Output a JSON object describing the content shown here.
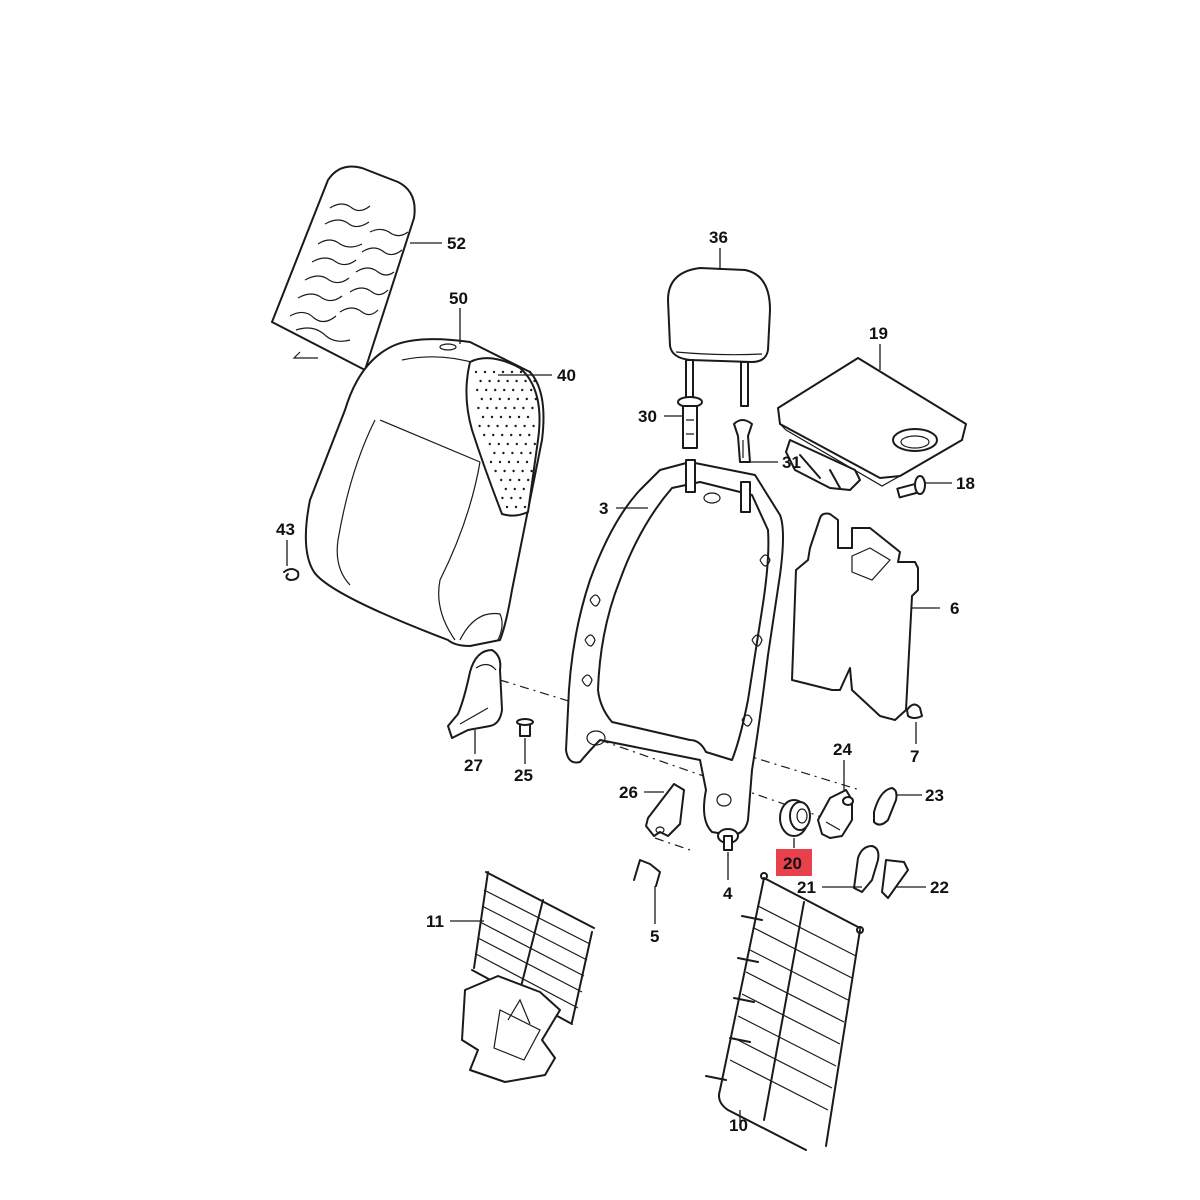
{
  "highlight_color": "#e8414b",
  "highlighted_part": "20",
  "callouts": {
    "c52": "52",
    "c50": "50",
    "c40": "40",
    "c43": "43",
    "c36": "36",
    "c30": "30",
    "c31": "31",
    "c3": "3",
    "c19": "19",
    "c18": "18",
    "c6": "6",
    "c7": "7",
    "c27": "27",
    "c25": "25",
    "c26": "26",
    "c24": "24",
    "c23": "23",
    "c20": "20",
    "c21": "21",
    "c22": "22",
    "c4": "4",
    "c5": "5",
    "c11": "11",
    "c10": "10"
  }
}
